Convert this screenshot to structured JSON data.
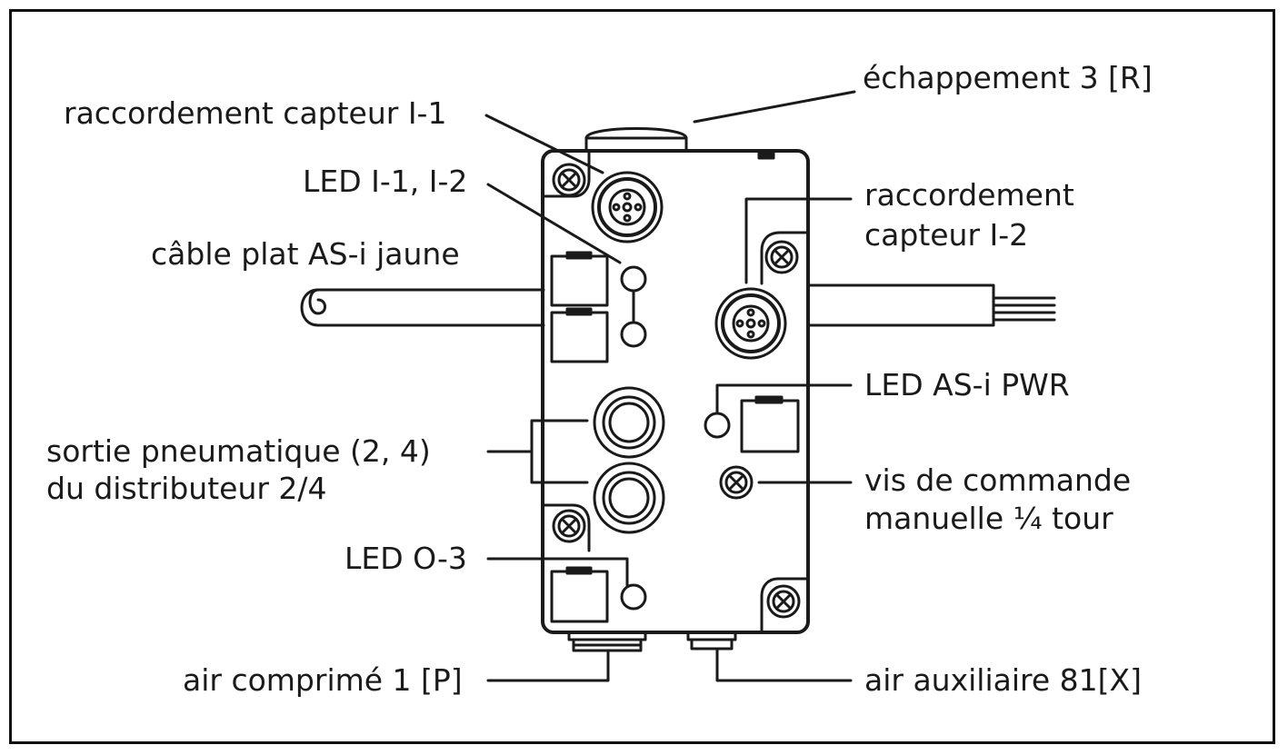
{
  "diagram": {
    "colors": {
      "line": "#1a1a1a",
      "background": "#ffffff"
    },
    "labels": {
      "exhaust": "échappement 3 [R]",
      "sensor1": "raccordement capteur I-1",
      "led12": "LED I-1, I-2",
      "flatcable": "câble plat AS-i jaune",
      "sensor2_line1": "raccordement",
      "sensor2_line2": "capteur I-2",
      "ledpwr": "LED AS-i PWR",
      "pneu_line1": "sortie pneumatique (2, 4)",
      "pneu_line2": "du distributeur 2/4",
      "screw_line1": "vis de commande",
      "screw_line2": "manuelle ¼ tour",
      "ledo3": "LED O-3",
      "air_p": "air comprimé 1 [P]",
      "air_x": "air auxiliaire 81[X]"
    }
  }
}
